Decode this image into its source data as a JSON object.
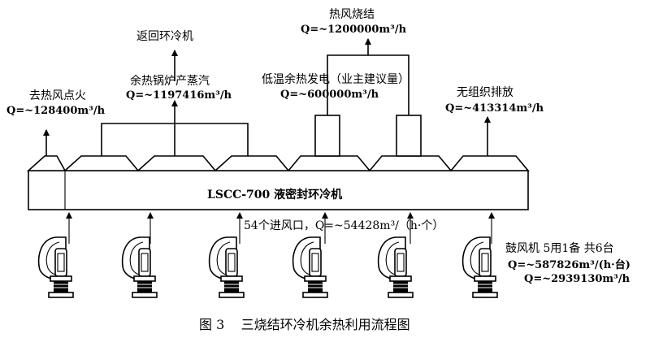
{
  "outlets": {
    "ignition": {
      "label": "去热风点火",
      "flow": "Q=~128400m³/h"
    },
    "return": {
      "label": "返回环冷机"
    },
    "boiler": {
      "label": "余热锅炉产蒸汽",
      "flow": "Q=~1197416m³/h"
    },
    "hot_sinter": {
      "label": "热风烧结",
      "flow": "Q=~1200000m³/h"
    },
    "low_temp_power": {
      "label": "低温余热发电（业主建议量）",
      "flow": "Q=~600000m³/h"
    },
    "exhaust": {
      "label": "无组织排放",
      "flow": "Q=~413314m³/h"
    }
  },
  "cooler": {
    "label": "LSCC-700  液密封环冷机"
  },
  "inlet": {
    "label": "54个进风口，Q=~54428m³/（h·个）"
  },
  "blowers": {
    "label": "鼓风机  5用1备  共6台",
    "flow_each": "Q=~587826m³/(h·台)",
    "flow_total": "Q=~2939130m³/h",
    "count": 6
  },
  "caption": "图 3    三烧结环冷机余热利用流程图"
}
